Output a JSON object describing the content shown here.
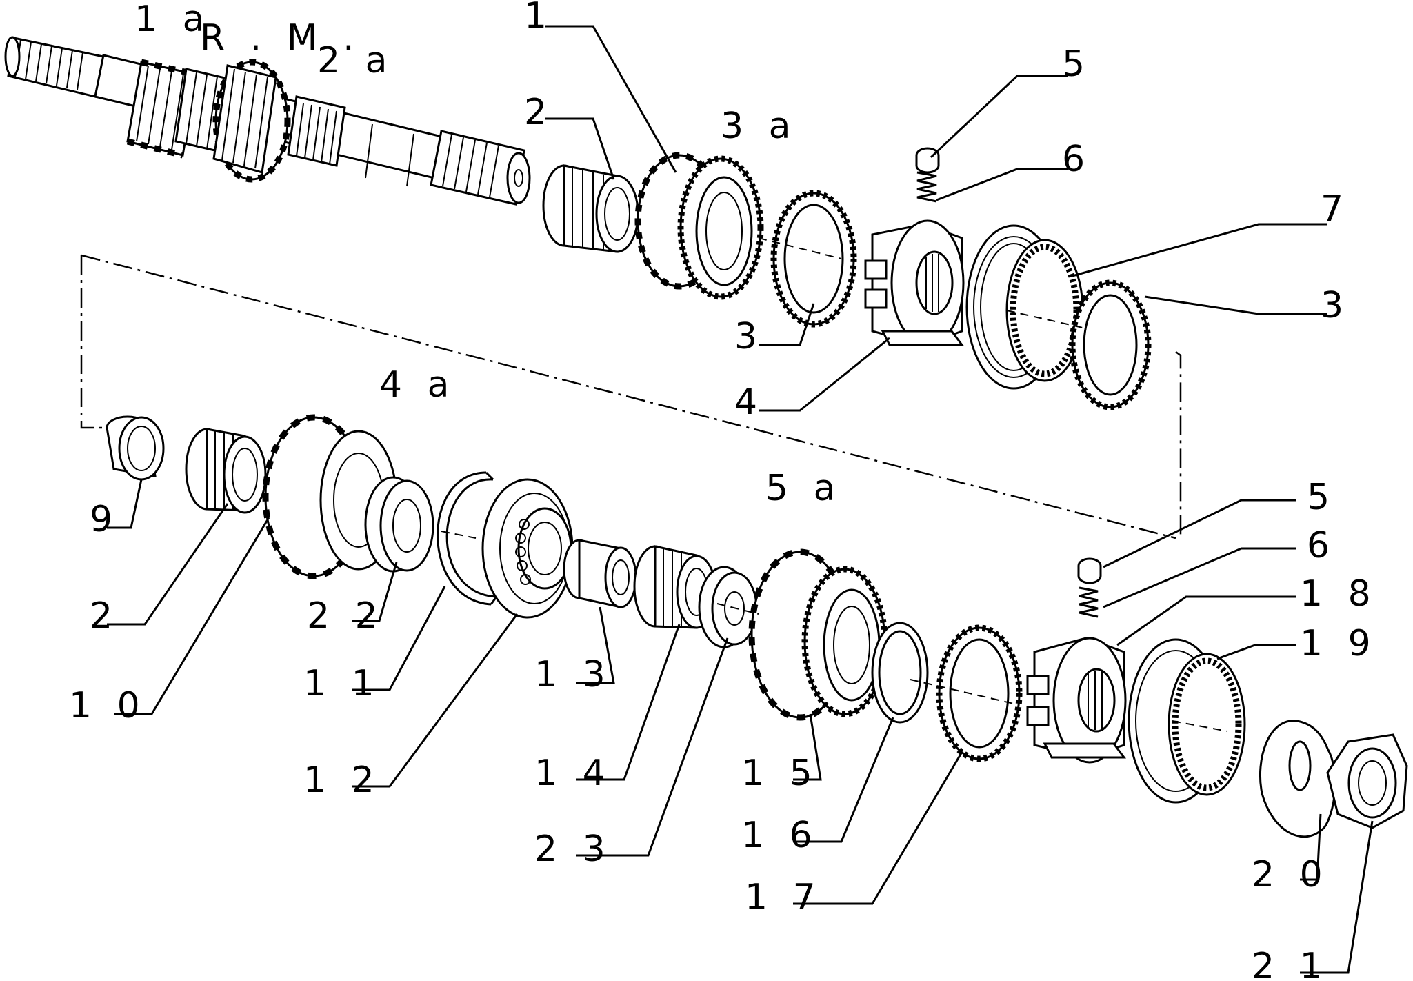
{
  "gear_labels": {
    "g1a": "1 a",
    "grm": "R . M .",
    "g2a": "2 a",
    "g3a": "3 a",
    "g4a": "4 a",
    "g5a": "5 a"
  },
  "callouts": {
    "c1": "1",
    "c2_top": "2",
    "c5_top": "5",
    "c6_top": "6",
    "c7": "7",
    "c3_right": "3",
    "c3_mid": "3",
    "c4": "4",
    "c9": "9",
    "c2_bottom": "2",
    "c22": "2 2",
    "c10": "1 0",
    "c11": "1 1",
    "c12": "1 2",
    "c13": "1 3",
    "c14": "1 4",
    "c23": "2 3",
    "c15": "1 5",
    "c16": "1 6",
    "c17": "1 7",
    "c5_bottom": "5",
    "c6_bottom": "6",
    "c18": "1 8",
    "c19": "1 9",
    "c20": "2 0",
    "c21": "2 1"
  }
}
